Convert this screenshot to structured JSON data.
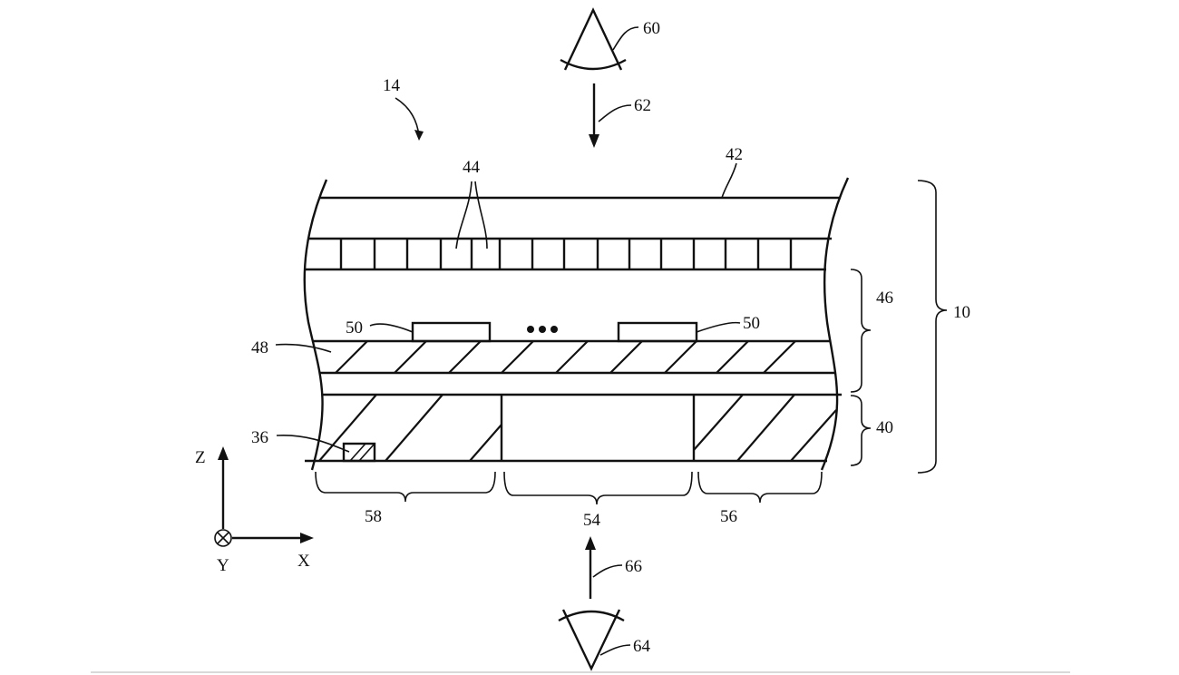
{
  "labels": {
    "device": "10",
    "assembly": "14",
    "sensor_layer": "36",
    "bottom_layer": "40",
    "top_cover": "42",
    "pixel_cells": "44",
    "middle_stack": "46",
    "substrate": "48",
    "component_left": "50",
    "component_right": "50",
    "window_region": "54",
    "right_region": "56",
    "left_region": "58",
    "top_viewer": "60",
    "top_light": "62",
    "bottom_viewer": "64",
    "bottom_light": "66"
  },
  "axes": {
    "z": "Z",
    "x": "X",
    "y": "Y"
  },
  "ellipsis": "•••"
}
